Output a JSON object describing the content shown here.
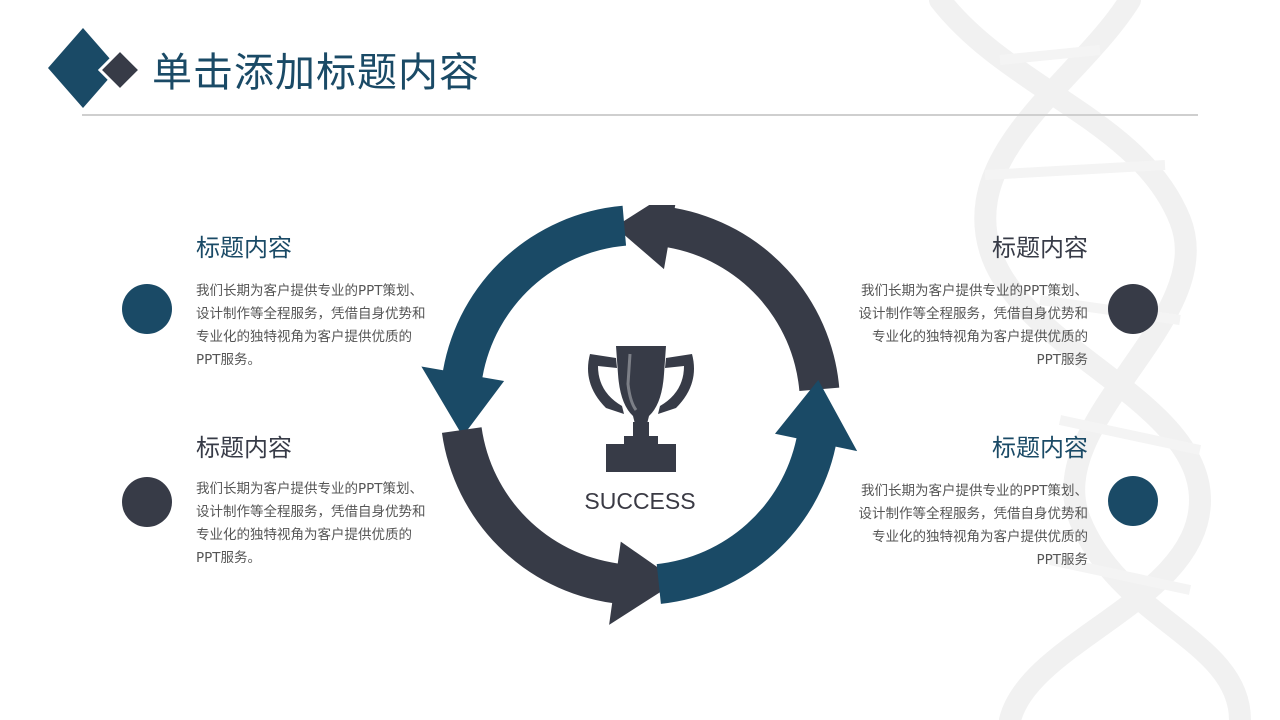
{
  "header": {
    "title": "单击添加标题内容"
  },
  "center": {
    "label": "SUCCESS",
    "icon": "trophy-icon"
  },
  "items": [
    {
      "heading": "标题内容",
      "body": "我们长期为客户提供专业的PPT策划、设计制作等全程服务，凭借自身优势和专业化的独特视角为客户提供优质的PPT服务。",
      "icon": "circle-marker",
      "glyph": ""
    },
    {
      "heading": "标题内容",
      "body": "我们长期为客户提供专业的PPT策划、设计制作等全程服务，凭借自身优势和专业化的独特视角为客户提供优质的PPT服务。",
      "icon": "circle-marker",
      "glyph": ""
    },
    {
      "heading": "标题内容",
      "body": "我们长期为客户提供专业的PPT策划、设计制作等全程服务，凭借自身优势和专业化的独特视角为客户提供优质的PPT服务",
      "icon": "circle-marker",
      "glyph": ""
    },
    {
      "heading": "标题内容",
      "body": "我们长期为客户提供专业的PPT策划、设计制作等全程服务，凭借自身优势和专业化的独特视角为客户提供优质的PPT服务",
      "icon": "circle-marker",
      "glyph": ""
    }
  ],
  "colors": {
    "navy": "#1a4a66",
    "charcoal": "#373b47",
    "text": "#555555"
  }
}
